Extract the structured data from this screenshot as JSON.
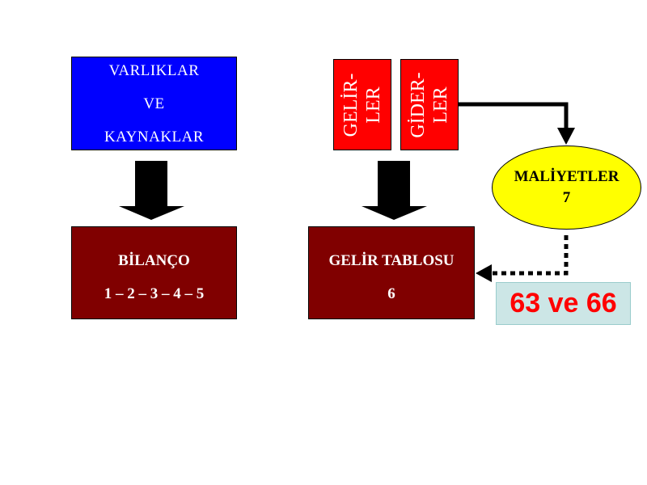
{
  "varliklar_box": {
    "lines": [
      "VARLIKLAR",
      "VE",
      "KAYNAKLAR"
    ]
  },
  "gelirler_box": {
    "lines": [
      "GELİR-",
      "LER"
    ]
  },
  "giderler_box": {
    "lines": [
      "GİDER-",
      "LER"
    ]
  },
  "maliyetler": {
    "title": "MALİYETLER",
    "number": "7"
  },
  "bilanco": {
    "title": "BİLANÇO",
    "numbers": "1 – 2 – 3 – 4 – 5"
  },
  "gelir_tablosu": {
    "title": "GELİR TABLOSU",
    "number": "6"
  },
  "accounts_label": {
    "text": "63 ve 66"
  },
  "colors": {
    "varliklar": "#0000ff",
    "gelir_gider": "#ff0000",
    "statements": "#800000",
    "maliyetler": "#ffff00",
    "accounts_bg": "#cce6e6",
    "accounts_text": "#ff0000"
  }
}
